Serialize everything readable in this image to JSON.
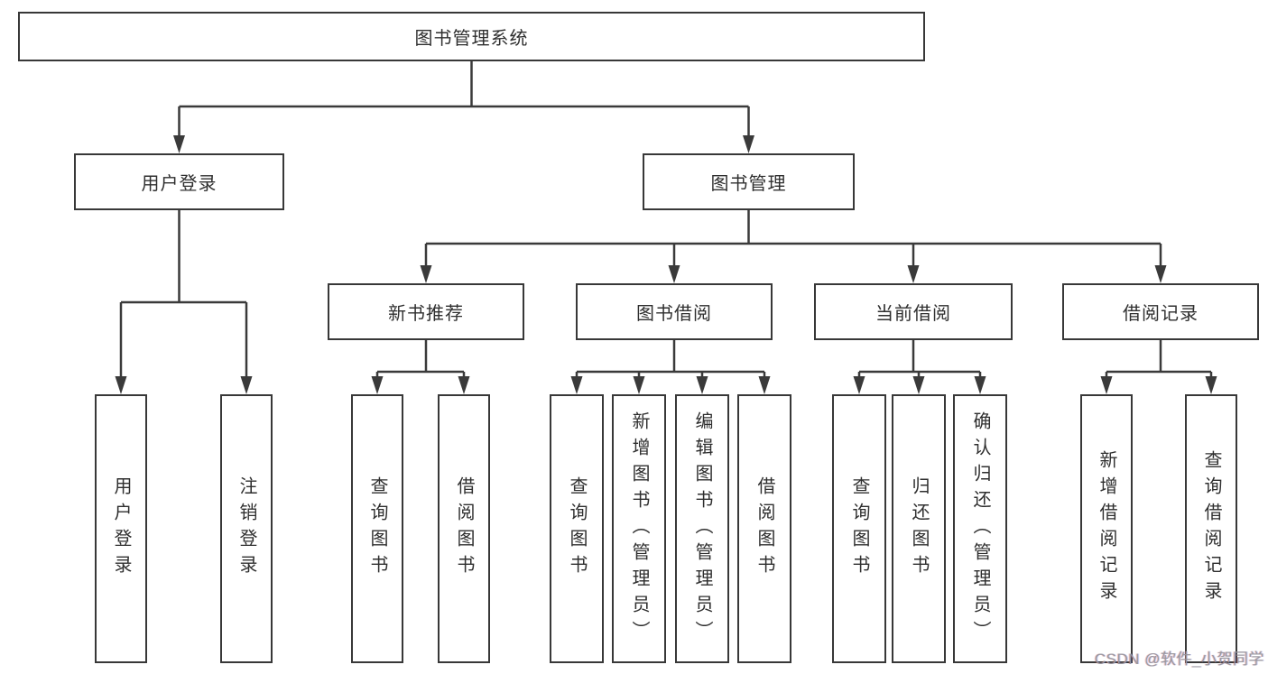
{
  "tree": {
    "label": "图书管理系统",
    "children": [
      {
        "label": "用户登录",
        "children": [
          {
            "label": "用户登录"
          },
          {
            "label": "注销登录"
          }
        ]
      },
      {
        "label": "图书管理",
        "children": [
          {
            "label": "新书推荐",
            "children": [
              {
                "label": "查询图书"
              },
              {
                "label": "借阅图书"
              }
            ]
          },
          {
            "label": "图书借阅",
            "children": [
              {
                "label": "查询图书"
              },
              {
                "label": "新增图书（管理员）"
              },
              {
                "label": "编辑图书（管理员）"
              },
              {
                "label": "借阅图书"
              }
            ]
          },
          {
            "label": "当前借阅",
            "children": [
              {
                "label": "查询图书"
              },
              {
                "label": "归还图书"
              },
              {
                "label": "确认归还（管理员）"
              }
            ]
          },
          {
            "label": "借阅记录",
            "children": [
              {
                "label": "新增借阅记录"
              },
              {
                "label": "查询借阅记录"
              }
            ]
          }
        ]
      }
    ]
  },
  "watermark": {
    "text": "CSDN @软件_小贺同学"
  },
  "colors": {
    "line": "#3a3a3a",
    "box_border": "#383838",
    "box_background": "#ffffff",
    "text": "#2f2f2f",
    "watermark_text": "#96979e"
  }
}
